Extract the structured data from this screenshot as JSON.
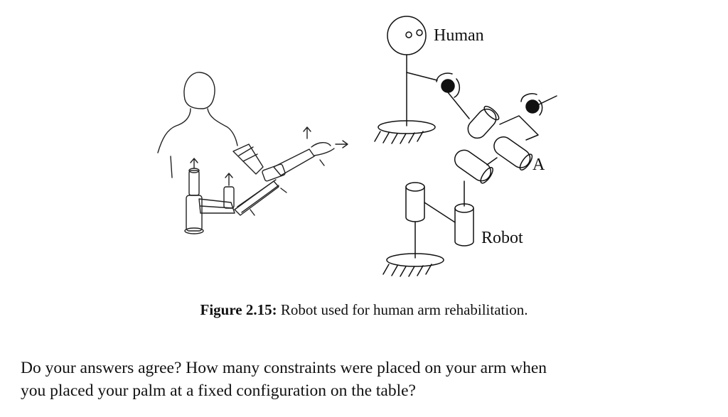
{
  "figure": {
    "labels": {
      "human": "Human",
      "joint_a": "A",
      "robot": "Robot"
    },
    "caption": {
      "number": "Figure 2.15:",
      "text": "Robot used for human arm rehabilitation."
    }
  },
  "body_text": {
    "line1": "Do your answers agree? How many constraints were placed on your arm when",
    "line2": "you placed your palm at a fixed configuration on the table?"
  }
}
